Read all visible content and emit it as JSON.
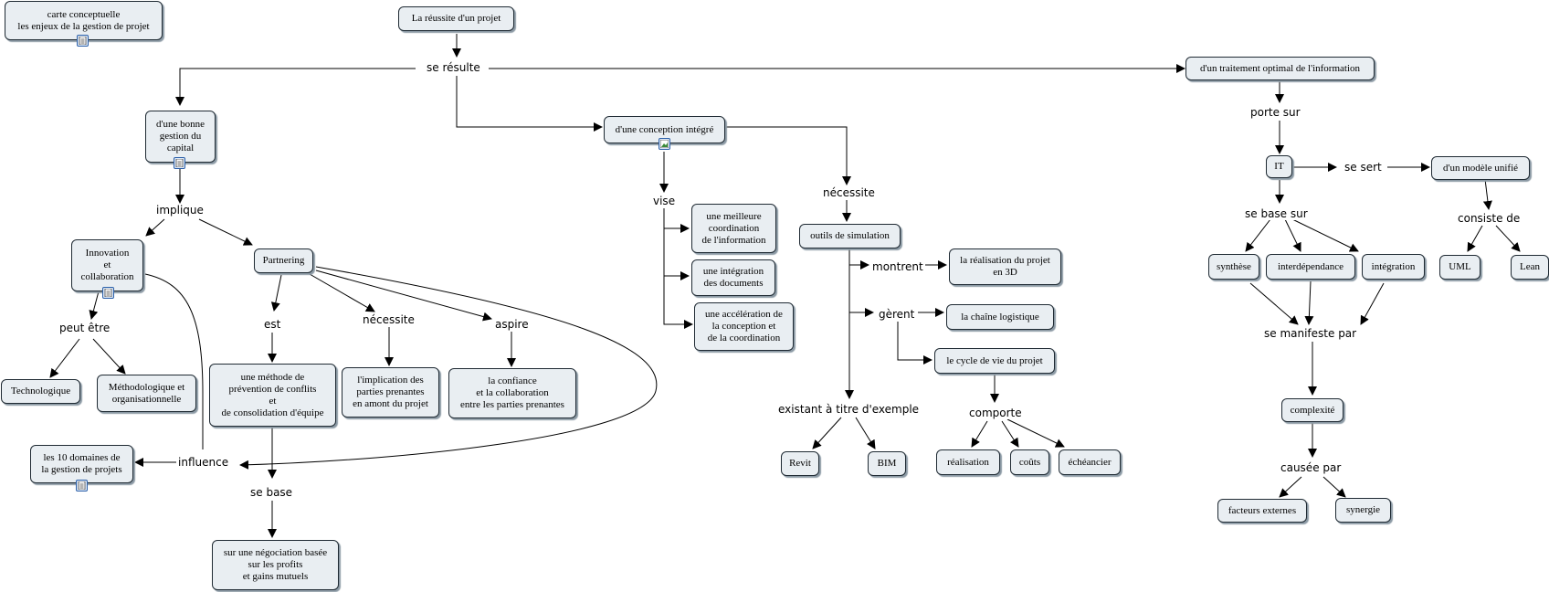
{
  "nodes": {
    "carte": "carte conceptuelle\nles enjeux de la gestion de projet",
    "reussite": "La réussite d'un projet",
    "bonne_gestion": "d'une bonne\ngestion du\ncapital",
    "conception": "d'une conception intégré",
    "traitement": "d'un traitement optimal de l'information",
    "innovation": "Innovation\net\ncollaboration",
    "partnering": "Partnering",
    "technologique": "Technologique",
    "methodologique": "Méthodologique et\norganisationnelle",
    "domaines": "les 10 domaines de\nla gestion de projets",
    "methode": "une méthode de\nprévention de conflits\net\nde consolidation d'équipe",
    "implication": "l'implication des\nparties prenantes\nen amont du projet",
    "confiance": "la confiance\net la collaboration\nentre les parties prenantes",
    "negociation": "sur une négociation basée\nsur les profits\net gains mutuels",
    "coordination": "une meilleure\ncoordination\nde l'information",
    "integration_docs": "une intégration\ndes documents",
    "acceleration": "une accélération de\nla conception et\nde la coordination",
    "outils": "outils de simulation",
    "realisation3d": "la réalisation du projet\nen 3D",
    "chaine": "la chaîne logistique",
    "cycle": "le cycle de vie du projet",
    "revit": "Revit",
    "bim": "BIM",
    "realisation": "réalisation",
    "couts": "coûts",
    "echeancier": "échéancier",
    "it": "IT",
    "modele": "d'un modèle unifié",
    "synthese": "synthèse",
    "interdependance": "interdépendance",
    "integration": "intégration",
    "uml": "UML",
    "lean": "Lean",
    "complexite": "complexité",
    "facteurs": "facteurs externes",
    "synergie": "synergie"
  },
  "labels": {
    "se_resulte": "se résulte",
    "implique": "implique",
    "peut_etre": "peut être",
    "influence": "influence",
    "est": "est",
    "necessite_a": "nécessite",
    "aspire": "aspire",
    "se_base": "se base",
    "vise": "vise",
    "necessite_b": "nécessite",
    "montrent": "montrent",
    "gerent": "gèrent",
    "existant": "existant à titre d'exemple",
    "comporte": "comporte",
    "porte_sur": "porte sur",
    "se_sert": "se sert",
    "consiste_de": "consiste de",
    "se_base_sur": "se base sur",
    "se_manifeste": "se manifeste par",
    "causee_par": "causée par"
  }
}
